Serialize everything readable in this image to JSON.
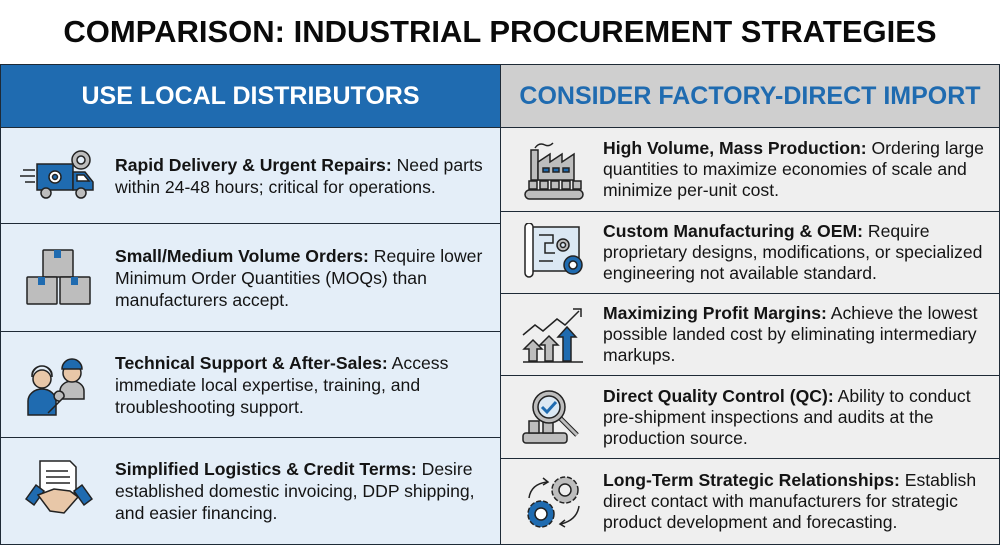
{
  "title": "COMPARISON: INDUSTRIAL PROCUREMENT STRATEGIES",
  "colors": {
    "accent_blue": "#1f6bb0",
    "left_bg": "#e4eef8",
    "right_bg": "#efefef",
    "right_header_bg": "#cfcfcf",
    "border": "#1e2a36"
  },
  "left": {
    "header": "USE LOCAL DISTRIBUTORS",
    "items": [
      {
        "icon": "delivery-truck-gear-icon",
        "title": "Rapid Delivery & Urgent Repairs:",
        "body": " Need parts within 24-48 hours; critical for operations."
      },
      {
        "icon": "stacked-boxes-icon",
        "title": "Small/Medium Volume Orders:",
        "body": " Require lower Minimum Order Quantities (MOQs) than manufacturers accept."
      },
      {
        "icon": "technicians-wrench-icon",
        "title": "Technical Support & After-Sales:",
        "body": " Access immediate local expertise, training, and troubleshooting support."
      },
      {
        "icon": "handshake-document-icon",
        "title": "Simplified Logistics & Credit Terms:",
        "body": " Desire established domestic invoicing, DDP shipping, and easier financing."
      }
    ]
  },
  "right": {
    "header": "CONSIDER FACTORY-DIRECT IMPORT",
    "items": [
      {
        "icon": "factory-conveyor-icon",
        "title": "High Volume, Mass Production:",
        "body": " Ordering large quantities to maximize economies of scale and minimize per-unit cost."
      },
      {
        "icon": "blueprint-gears-icon",
        "title": "Custom Manufacturing & OEM:",
        "body": " Require proprietary designs, modifications, or specialized engineering not available standard."
      },
      {
        "icon": "growth-arrows-icon",
        "title": "Maximizing Profit Margins:",
        "body": " Achieve the lowest possible landed cost by eliminating intermediary markups."
      },
      {
        "icon": "quality-inspection-icon",
        "title": "Direct Quality Control (QC):",
        "body": " Ability to conduct pre-shipment inspections and audits at the production source."
      },
      {
        "icon": "gears-cycle-icon",
        "title": "Long-Term Strategic Relationships:",
        "body": " Establish direct contact with manufacturers for strategic product development and forecasting."
      }
    ]
  }
}
